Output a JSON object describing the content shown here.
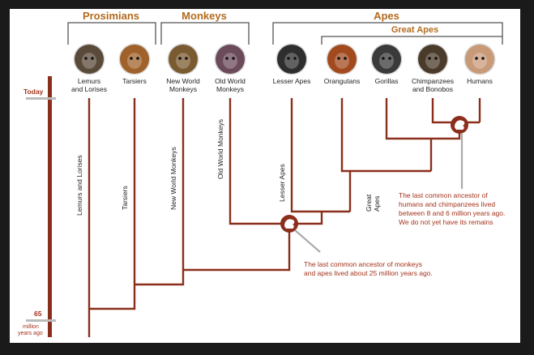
{
  "groups": {
    "prosimians": "Prosimians",
    "monkeys": "Monkeys",
    "apes": "Apes",
    "great_apes": "Great Apes"
  },
  "taxa": [
    {
      "line1": "Lemurs",
      "line2": "and Lorises",
      "vertical": "Lemurs and Lorises",
      "photo": "lemur-photo",
      "color": "#5a4a3a"
    },
    {
      "line1": "Tarsiers",
      "line2": "",
      "vertical": "Tarsiers",
      "photo": "tarsier-photo",
      "color": "#a0622a"
    },
    {
      "line1": "New World",
      "line2": "Monkeys",
      "vertical": "New World Monkeys",
      "photo": "squirrel-monkey-photo",
      "color": "#7a5a30"
    },
    {
      "line1": "Old World",
      "line2": "Monkeys",
      "vertical": "Old World Monkeys",
      "photo": "old-world-monkey-photo",
      "color": "#6b4a5a"
    },
    {
      "line1": "Lesser Apes",
      "line2": "",
      "vertical": "Lesser Apes",
      "photo": "gibbon-photo",
      "color": "#2e2e2e"
    },
    {
      "line1": "Orangutans",
      "line2": "",
      "vertical": "",
      "photo": "orangutan-photo",
      "color": "#a24a1e"
    },
    {
      "line1": "Gorillas",
      "line2": "",
      "vertical": "",
      "photo": "gorilla-photo",
      "color": "#3a3a3a"
    },
    {
      "line1": "Chimpanzees",
      "line2": "and Bonobos",
      "vertical": "",
      "photo": "chimpanzee-photo",
      "color": "#4a3a2a"
    },
    {
      "line1": "Humans",
      "line2": "",
      "vertical": "",
      "photo": "humans-photo",
      "color": "#c89a78"
    }
  ],
  "great_apes_vertical": {
    "line1": "Great",
    "line2": "Apes"
  },
  "timeline": {
    "today": "Today",
    "mya_value": "65",
    "mya_unit_line1": "million",
    "mya_unit_line2": "years ago"
  },
  "notes": {
    "monkeys_apes": [
      "The last common ancestor of monkeys",
      "and apes lived about 25 million years ago."
    ],
    "humans_chimps": [
      "The last common ancestor of",
      "humans and chimpanzees lived",
      "between 8 and 6 million years ago.",
      "We do not yet have its remains"
    ]
  },
  "colors": {
    "branch": "#8b2f1c",
    "group_label": "#b36b1e",
    "note_text": "#a3321b",
    "timeline_bar": "#8b2f1c",
    "marker": "#8b2f1c"
  }
}
